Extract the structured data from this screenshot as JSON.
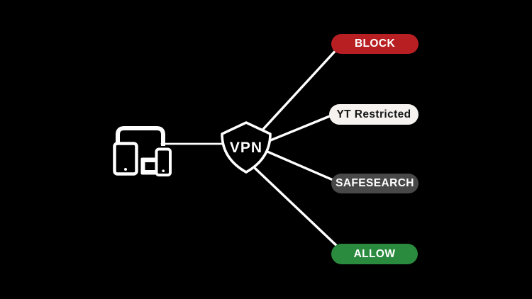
{
  "vpn": {
    "label": "VPN",
    "icon": "shield-icon",
    "outline_color": "#FFFFFF"
  },
  "devices": {
    "icon": "multi-device-group-icon",
    "color": "#FFFFFF"
  },
  "connections": {
    "color": "#FFFFFF"
  },
  "canvas": {
    "background": "#000000"
  },
  "routes": [
    {
      "label": "BLOCK",
      "color": "#B71F23",
      "text_color": "#FFFFFF"
    },
    {
      "label": "YT Restricted",
      "color": "#F5F2EF",
      "text_color": "#161616"
    },
    {
      "label": "SAFESEARCH",
      "color": "#484848",
      "text_color": "#FFFFFF"
    },
    {
      "label": "ALLOW",
      "color": "#2A8A3E",
      "text_color": "#FFFFFF"
    }
  ]
}
